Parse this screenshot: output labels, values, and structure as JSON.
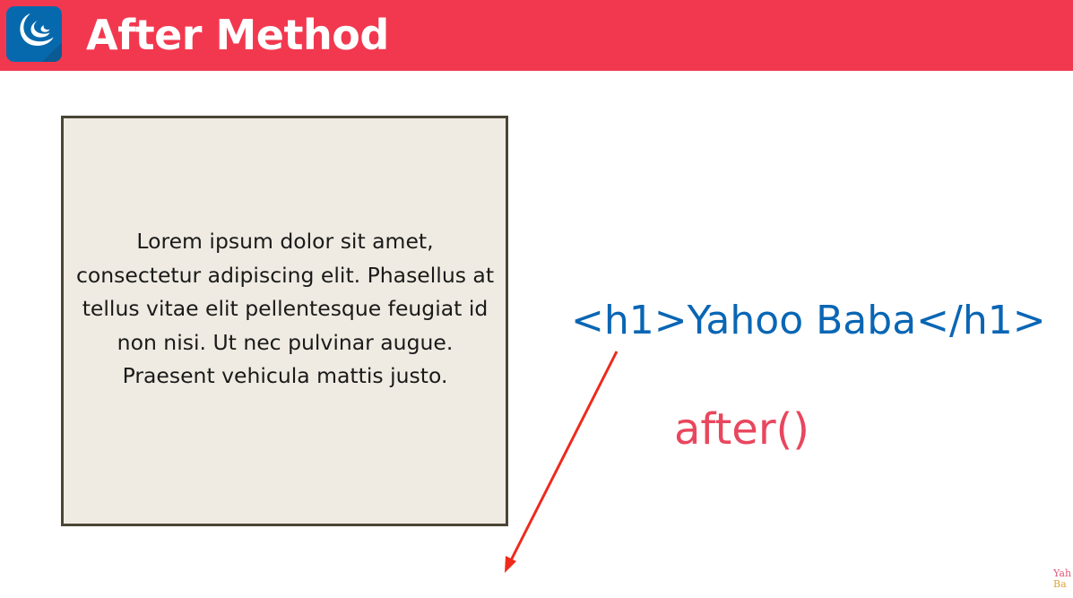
{
  "header": {
    "title": "After Method",
    "logo_icon": "jquery-logo-icon",
    "background_color": "#f2384f",
    "logo_color": "#0769ad"
  },
  "content_box": {
    "text": "Lorem ipsum dolor sit amet, consectetur adipiscing elit. Phasellus at tellus vitae elit pellentesque feugiat id non nisi. Ut nec pulvinar augue. Praesent vehicula mattis justo.",
    "background_color": "#f0ebe2",
    "border_color": "#4a4536"
  },
  "code_example": {
    "text": "<h1>Yahoo Baba</h1>",
    "color": "#0a66b4"
  },
  "method": {
    "text": "after()",
    "color": "#e8475e"
  },
  "arrow": {
    "icon": "arrow-icon",
    "color": "#ee2a1c"
  },
  "watermark": {
    "line1": "Yah",
    "line2": "Ba"
  }
}
